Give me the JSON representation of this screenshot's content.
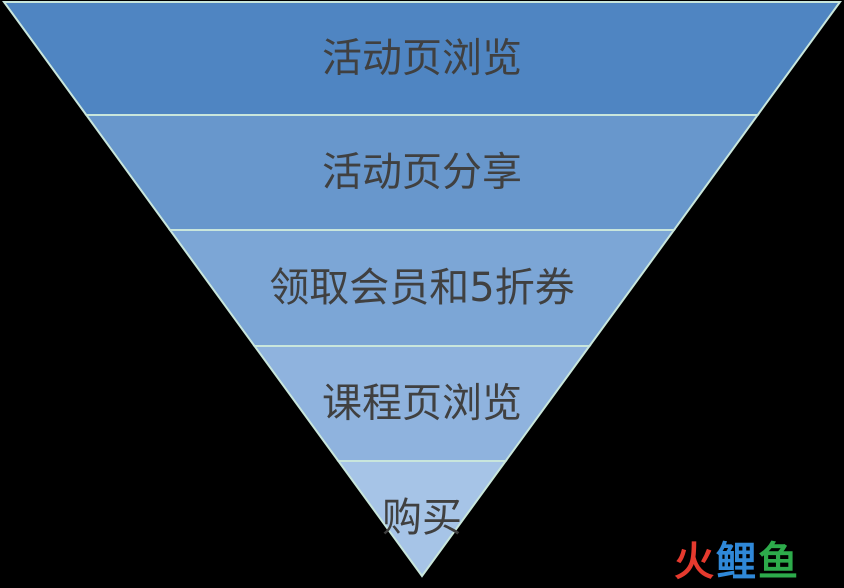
{
  "funnel": {
    "stages": [
      {
        "label": "活动页浏览",
        "color": "#4f85c2"
      },
      {
        "label": "活动页分享",
        "color": "#6897cc"
      },
      {
        "label": "领取会员和5折券",
        "color": "#7ca6d6"
      },
      {
        "label": "课程页浏览",
        "color": "#8fb3de"
      },
      {
        "label": "购买",
        "color": "#a6c4e7"
      }
    ],
    "border_color": "#c9e6dc",
    "label_color": "#404040"
  },
  "watermark": {
    "chars": [
      "火",
      "鲤",
      "鱼"
    ],
    "colors": [
      "#e63a2e",
      "#2f88d8",
      "#2dab4b"
    ]
  },
  "background": "#000000"
}
